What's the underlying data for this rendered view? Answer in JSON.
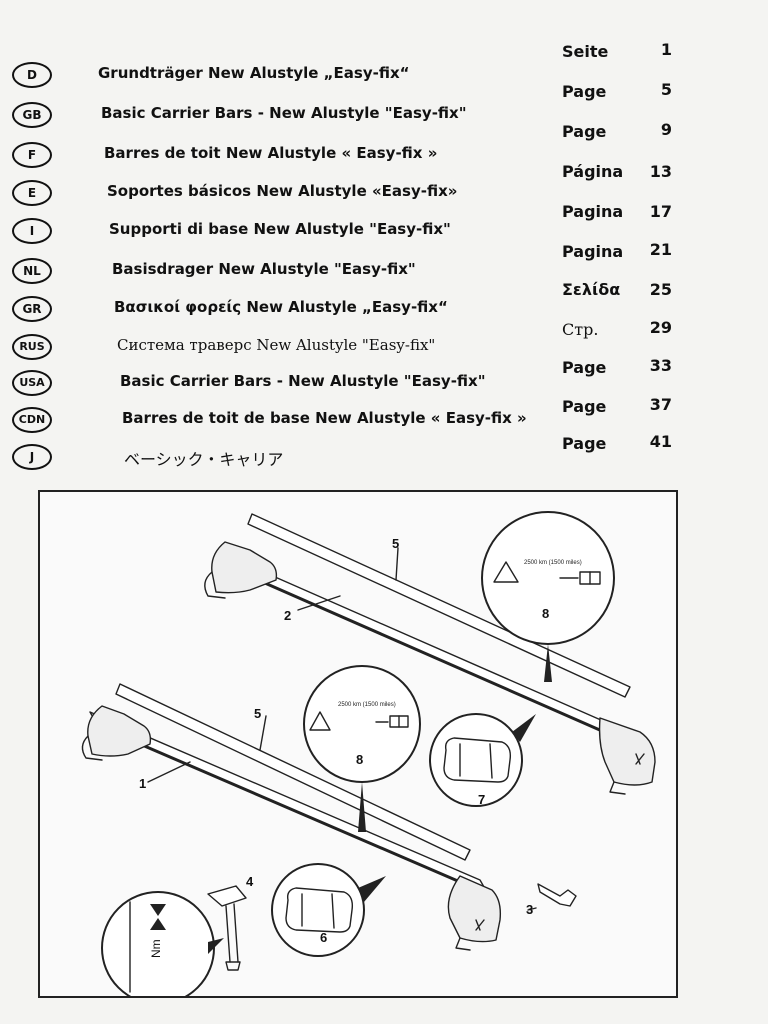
{
  "toc": [
    {
      "code": "D",
      "title": "Grundträger New Alustyle „Easy-fix“",
      "label": "Seite",
      "page": "1"
    },
    {
      "code": "GB",
      "title": "Basic Carrier Bars - New Alustyle \"Easy-fix\"",
      "label": "Page",
      "page": "5"
    },
    {
      "code": "F",
      "title": "Barres de toit New Alustyle « Easy-fix »",
      "label": "Page",
      "page": "9"
    },
    {
      "code": "E",
      "title": "Soportes básicos New Alustyle «Easy-fix»",
      "label": "Página",
      "page": "13"
    },
    {
      "code": "I",
      "title": "Supporti di base New Alustyle \"Easy-fix\"",
      "label": "Pagina",
      "page": "17"
    },
    {
      "code": "NL",
      "title": "Basisdrager New Alustyle \"Easy-fix\"",
      "label": "Pagina",
      "page": "21"
    },
    {
      "code": "GR",
      "title": "Βασικοί φορείς New Alustyle „Easy-fix“",
      "label": "Σελίδα",
      "page": "25"
    },
    {
      "code": "RUS",
      "title": "Система траверс New Alustyle \"Easy-fix\"",
      "label": "Стр.",
      "page": "29"
    },
    {
      "code": "USA",
      "title": "Basic Carrier Bars - New Alustyle \"Easy-fix\"",
      "label": "Page",
      "page": "33"
    },
    {
      "code": "CDN",
      "title": "Barres de toit de base New Alustyle « Easy-fix »",
      "label": "Page",
      "page": "37"
    },
    {
      "code": "J",
      "title": "ベーシック・キャリア",
      "label": "Page",
      "page": "41"
    }
  ],
  "figure": {
    "callouts": {
      "c1": "1",
      "c2": "2",
      "c3": "3",
      "c4": "4",
      "c5a": "5",
      "c5b": "5",
      "c6": "6",
      "c7": "7",
      "c8a": "8",
      "c8b": "8"
    },
    "distance_note_a": "2500 km (1500 miles)",
    "distance_note_b": "2500 km (1500 miles)",
    "torque_unit": "Nm"
  }
}
